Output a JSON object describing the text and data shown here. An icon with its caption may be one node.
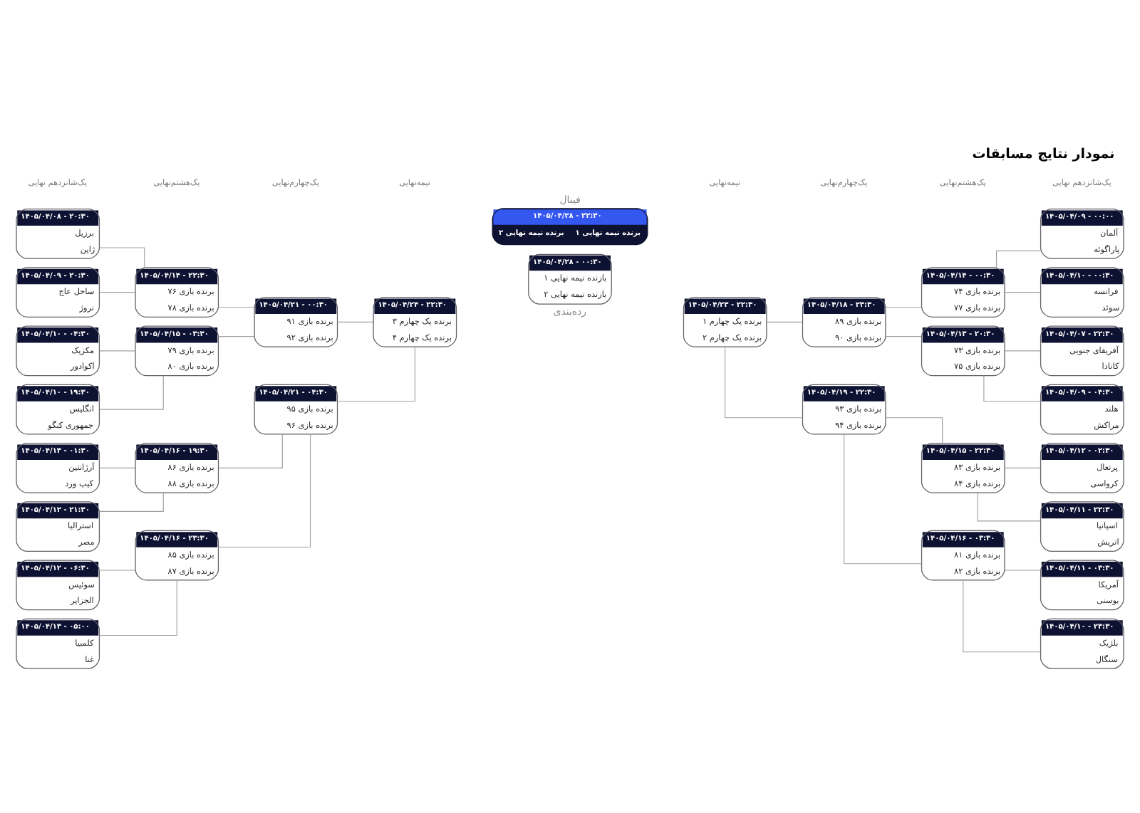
{
  "diagram": {
    "title": "نمودار نتایج مسابقات",
    "nodes": [
      {
        "text": [
          "۱۴۰۵/۰۴/۰۹ - ۰۰:۰۰",
          "آلمان",
          "پاراگوئه"
        ]
      },
      {
        "text": [
          "۱۴۰۵/۰۴/۱۰ - ۰۰:۳۰",
          "فرانسه",
          "سوئد"
        ]
      },
      {
        "text": [
          "۱۴۰۵/۰۴/۰۷ - ۲۲:۳۰",
          "آفریقای جنوبی",
          "کانادا"
        ]
      },
      {
        "text": [
          "۱۴۰۵/۰۴/۰۹ - ۰۴:۳۰",
          "هلند",
          "مراکش"
        ]
      },
      {
        "text": [
          "۱۴۰۵/۰۴/۱۲ - ۰۲:۳۰",
          "پرتغال",
          "کرواسی"
        ]
      },
      {
        "text": [
          "۱۴۰۵/۰۴/۱۱ - ۲۲:۳۰",
          "اسپانیا",
          "اتریش"
        ]
      },
      {
        "text": [
          "۱۴۰۵/۰۴/۱۱ - ۰۳:۳۰",
          "آمریکا",
          "بوسنی"
        ]
      },
      {
        "text": [
          "۱۴۰۵/۰۴/۱۰ - ۲۳:۳۰",
          "بلژیک",
          "سنگال"
        ]
      },
      {
        "text": [
          "۱۴۰۵/۰۴/۱۴ - ۰۰:۳۰",
          "برنده بازی ۷۴",
          "برنده بازی ۷۷"
        ]
      },
      {
        "text": [
          "۱۴۰۵/۰۴/۱۳ - ۲۰:۳۰",
          "برنده بازی ۷۳",
          "برنده بازی ۷۵"
        ]
      },
      {
        "text": [
          "۱۴۰۵/۰۴/۱۵ - ۲۲:۳۰",
          "برنده بازی ۸۳",
          "برنده بازی ۸۴"
        ]
      },
      {
        "text": [
          "۱۴۰۵/۰۴/۱۶ - ۰۳:۳۰",
          "برنده بازی ۸۱",
          "برنده بازی ۸۲"
        ]
      },
      {
        "text": [
          "۱۴۰۵/۰۴/۱۸ - ۲۳:۳۰",
          "برنده بازی ۸۹",
          "برنده بازی ۹۰"
        ]
      },
      {
        "text": [
          "۱۴۰۵/۰۴/۱۹ - ۲۲:۳۰",
          "برنده بازی ۹۳",
          "برنده بازی ۹۴"
        ]
      },
      {
        "text": [
          "۱۴۰۵/۰۴/۲۳ - ۲۲:۳۰",
          "برنده یک چهارم ۱",
          "برنده یک چهارم ۲"
        ]
      },
      {
        "text": [
          "۱۴۰۵/۰۴/۲۸ - ۲۲:۳۰",
          "برنده نیمه نهایی ۱",
          "برنده نیمه نهایی ۲"
        ],
        "beside": [
          "فینال"
        ]
      },
      {
        "text": [
          "۱۴۰۵/۰۴/۲۸ - ۰۰:۳۰",
          "بازنده نیمه نهایی ۱",
          "بازنده نیمه نهایی ۲"
        ],
        "beside": [
          "رده‌بندی"
        ]
      },
      {
        "text": [
          "۱۴۰۵/۰۴/۲۴ - ۲۲:۳۰",
          "برنده یک چهارم ۳",
          "برنده یک چهارم ۴"
        ]
      },
      {
        "text": [
          "۱۴۰۵/۰۴/۲۱ - ۰۰:۳۰",
          "برنده بازی ۹۱",
          "برنده بازی ۹۲"
        ]
      },
      {
        "text": [
          "۱۴۰۵/۰۴/۲۱ - ۰۴:۳۰",
          "برنده بازی ۹۵",
          "برنده بازی ۹۶"
        ]
      },
      {
        "text": [
          "۱۴۰۵/۰۴/۱۴ - ۲۲:۳۰",
          "برنده بازی ۷۶",
          "برنده بازی ۷۸"
        ]
      },
      {
        "text": [
          "۱۴۰۵/۰۴/۱۵ - ۰۳:۳۰",
          "برنده بازی ۷۹",
          "برنده بازی ۸۰"
        ]
      },
      {
        "text": [
          "۱۴۰۵/۰۴/۱۶ - ۱۹:۳۰",
          "برنده بازی ۸۶",
          "برنده بازی ۸۸"
        ]
      },
      {
        "text": [
          "۱۴۰۵/۰۴/۱۶ - ۲۳:۳۰",
          "برنده بازی ۸۵",
          "برنده بازی ۸۷"
        ]
      },
      {
        "text": [
          "۱۴۰۵/۰۴/۰۸ - ۲۰:۳۰",
          "برزیل",
          "ژاپن"
        ]
      },
      {
        "text": [
          "۱۴۰۵/۰۴/۰۹ - ۲۰:۳۰",
          "ساحل عاج",
          "نروژ"
        ]
      },
      {
        "text": [
          "۱۴۰۵/۰۴/۱۰ - ۰۴:۳۰",
          "مکزیک",
          "اکوادور"
        ]
      },
      {
        "text": [
          "۱۴۰۵/۰۴/۱۰ - ۱۹:۳۰",
          "انگلیس",
          "جمهوری کنگو"
        ]
      },
      {
        "text": [
          "۱۴۰۵/۰۴/۱۳ - ۰۱:۳۰",
          "آرژانتین",
          "کیپ ورد"
        ]
      },
      {
        "text": [
          "۱۴۰۵/۰۴/۱۲ - ۲۱:۳۰",
          "استرالیا",
          "مصر"
        ]
      },
      {
        "text": [
          "۱۴۰۵/۰۴/۱۲ - ۰۶:۳۰",
          "سوئیس",
          "الجزایر"
        ]
      },
      {
        "text": [
          "۱۴۰۵/۰۴/۱۳ - ۰۵:۰۰",
          "کلمبیا",
          "غنا"
        ]
      }
    ],
    "edges": [
      {
        "from": 0,
        "to": 8,
        "arrow": "none"
      },
      {
        "from": 1,
        "to": 8,
        "arrow": "none"
      },
      {
        "from": 2,
        "to": 9,
        "arrow": "none"
      },
      {
        "from": 3,
        "to": 9,
        "arrow": "none"
      },
      {
        "from": 4,
        "to": 10,
        "arrow": "none"
      },
      {
        "from": 5,
        "to": 10,
        "arrow": "none"
      },
      {
        "from": 6,
        "to": 11,
        "arrow": "none"
      },
      {
        "from": 7,
        "to": 11,
        "arrow": "none"
      },
      {
        "from": 8,
        "to": 12,
        "arrow": "none"
      },
      {
        "from": 9,
        "to": 12,
        "arrow": "none"
      },
      {
        "from": 10,
        "to": 13,
        "arrow": "none"
      },
      {
        "from": 11,
        "to": 13,
        "arrow": "none"
      },
      {
        "from": 12,
        "to": 14,
        "arrow": "none"
      },
      {
        "from": 13,
        "to": 14,
        "arrow": "none"
      },
      {
        "from": 24,
        "to": 20,
        "arrow": "none"
      },
      {
        "from": 25,
        "to": 20,
        "arrow": "none"
      },
      {
        "from": 26,
        "to": 21,
        "arrow": "none"
      },
      {
        "from": 27,
        "to": 21,
        "arrow": "none"
      },
      {
        "from": 28,
        "to": 22,
        "arrow": "none"
      },
      {
        "from": 29,
        "to": 22,
        "arrow": "none"
      },
      {
        "from": 30,
        "to": 23,
        "arrow": "none"
      },
      {
        "from": 31,
        "to": 23,
        "arrow": "none"
      },
      {
        "from": 20,
        "to": 18,
        "arrow": "none"
      },
      {
        "from": 21,
        "to": 18,
        "arrow": "none"
      },
      {
        "from": 22,
        "to": 19,
        "arrow": "none"
      },
      {
        "from": 23,
        "to": 19,
        "arrow": "none"
      },
      {
        "from": 18,
        "to": 17,
        "arrow": "none"
      },
      {
        "from": 19,
        "to": 17,
        "arrow": "none"
      }
    ],
    "labels": [
      "یک‌شانزدهم نهایی",
      "یک‌هشتم‌نهایی",
      "یک‌چهارم‌نهایی",
      "نیمه‌نهایی",
      "نیمه‌نهایی",
      "یک‌چهارم‌نهایی",
      "یک‌هشتم‌نهایی",
      "یک‌شانزدهم نهایی"
    ]
  }
}
